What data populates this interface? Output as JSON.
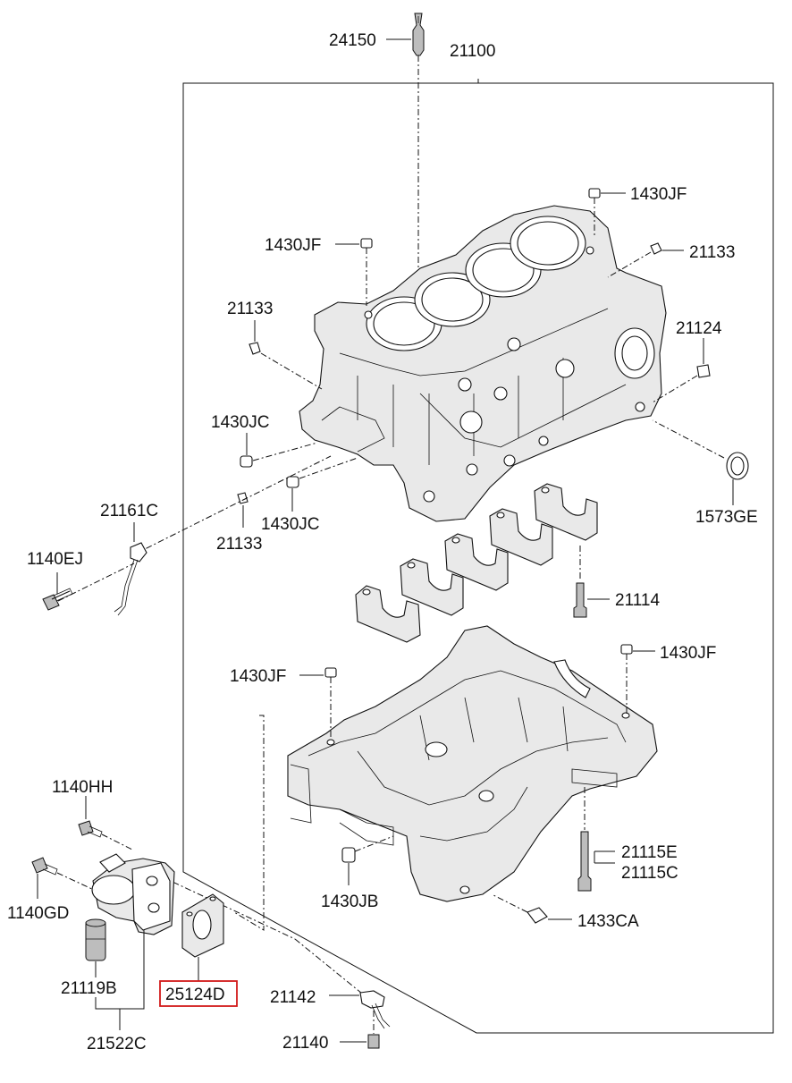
{
  "labels": {
    "p24150": "24150",
    "p21100": "21100",
    "p1430JF_a": "1430JF",
    "p1430JF_b": "1430JF",
    "p21133_a": "21133",
    "p21133_b": "21133",
    "p21124": "21124",
    "p1430JC_a": "1430JC",
    "p21161C": "21161C",
    "p1573GE": "1573GE",
    "p1140EJ": "1140EJ",
    "p21133_c": "21133",
    "p1430JC_b": "1430JC",
    "p21114": "21114",
    "p1430JF_c": "1430JF",
    "p1430JF_d": "1430JF",
    "p1140HH": "1140HH",
    "p21115E": "21115E",
    "p21115C": "21115C",
    "p1140GD": "1140GD",
    "p1430JB": "1430JB",
    "p1433CA": "1433CA",
    "p21119B": "21119B",
    "p25124D": "25124D",
    "p21142": "21142",
    "p21140": "21140",
    "p21522C": "21522C"
  },
  "highlight": {
    "part": "25124D",
    "color": "#d11a1a"
  }
}
